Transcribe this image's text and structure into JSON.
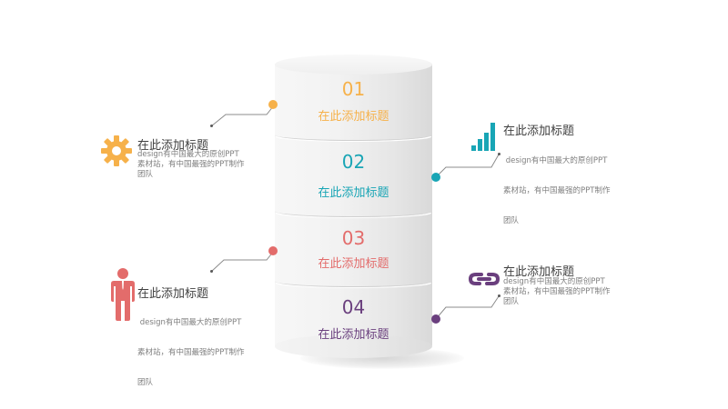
{
  "colors": {
    "orange": "#F6B14A",
    "teal": "#18A5B5",
    "coral": "#E36C6B",
    "purple": "#6A3F7E",
    "title_text": "#404040",
    "desc_text": "#7F7F7F",
    "cylinder": "#F2F2F2"
  },
  "segments": [
    {
      "number": "01",
      "title": "在此添加标题",
      "color": "#F6B14A"
    },
    {
      "number": "02",
      "title": "在此添加标题",
      "color": "#18A5B5"
    },
    {
      "number": "03",
      "title": "在此添加标题",
      "color": "#E36C6B"
    },
    {
      "number": "04",
      "title": "在此添加标题",
      "color": "#6A3F7E"
    }
  ],
  "items": [
    {
      "side": "left",
      "icon": "gear-icon",
      "color": "#F6B14A",
      "title": "在此添加标题",
      "desc_line1": "design有中国最大的原创PPT",
      "desc_line2": "素材站，有中国最强的PPT制作",
      "desc_line3": "团队"
    },
    {
      "side": "right",
      "icon": "bar-chart-icon",
      "color": "#18A5B5",
      "title": "在此添加标题",
      "desc_line1": " design有中国最大的原创PPT",
      "desc_line2": "素材站，有中国最强的PPT制作",
      "desc_line3": "团队"
    },
    {
      "side": "left",
      "icon": "person-icon",
      "color": "#E36C6B",
      "title": "在此添加标题",
      "desc_line1": " design有中国最大的原创PPT",
      "desc_line2": "素材站，有中国最强的PPT制作",
      "desc_line3": "团队"
    },
    {
      "side": "right",
      "icon": "link-icon",
      "color": "#6A3F7E",
      "title": "在此添加标题",
      "desc_line1": "design有中国最大的原创PPT",
      "desc_line2": "素材站，有中国最强的PPT制作",
      "desc_line3": "团队"
    }
  ]
}
